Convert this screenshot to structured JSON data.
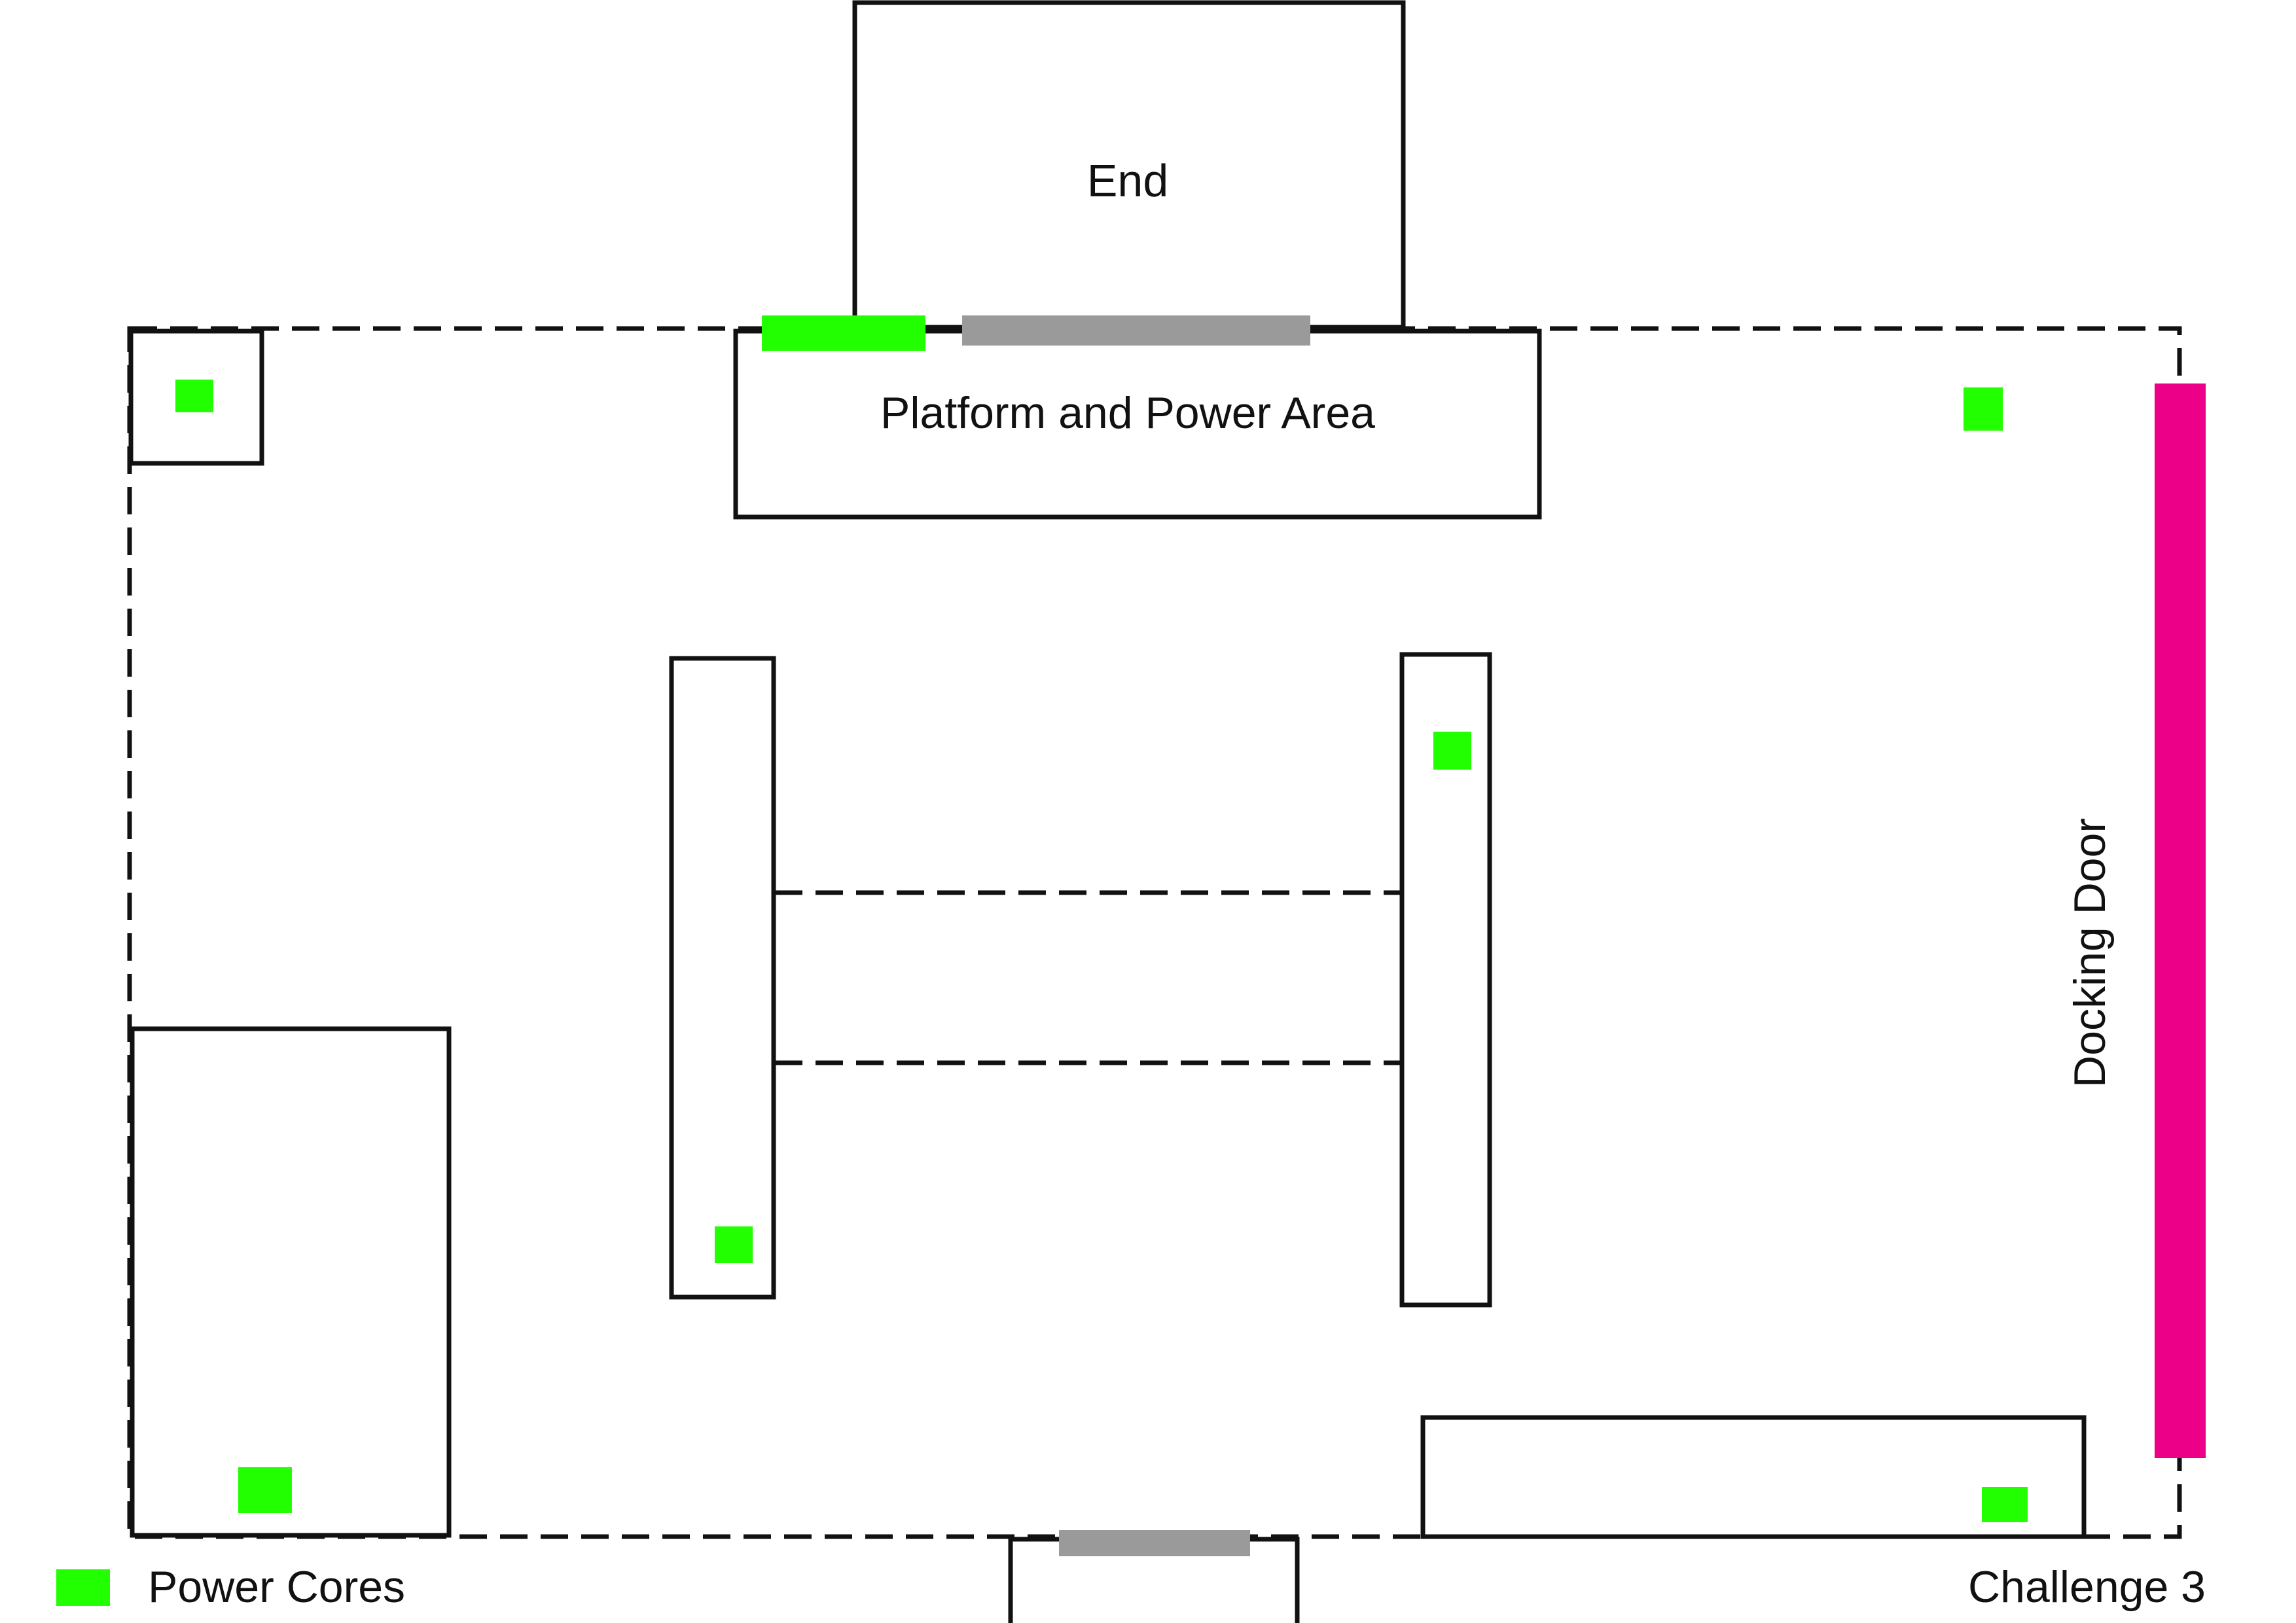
{
  "title": "Challenge 3",
  "labels": {
    "end": "End",
    "platform": "Platform and Power Area",
    "docking_door": "Docking Door",
    "challenge": "Challenge 3"
  },
  "legend": {
    "power_cores": "Power Cores"
  },
  "colors": {
    "power_core": "#22ff00",
    "docking_door": "#ec0088",
    "ramp": "#9a9a9a",
    "outline": "#111111",
    "background": "#ffffff"
  },
  "power_cores": [
    {
      "location": "top-left corner box"
    },
    {
      "location": "top-right corner"
    },
    {
      "location": "right pillar top"
    },
    {
      "location": "left pillar bottom"
    },
    {
      "location": "bottom-left box"
    },
    {
      "location": "bottom-right platform"
    },
    {
      "location": "platform edge strip"
    }
  ]
}
